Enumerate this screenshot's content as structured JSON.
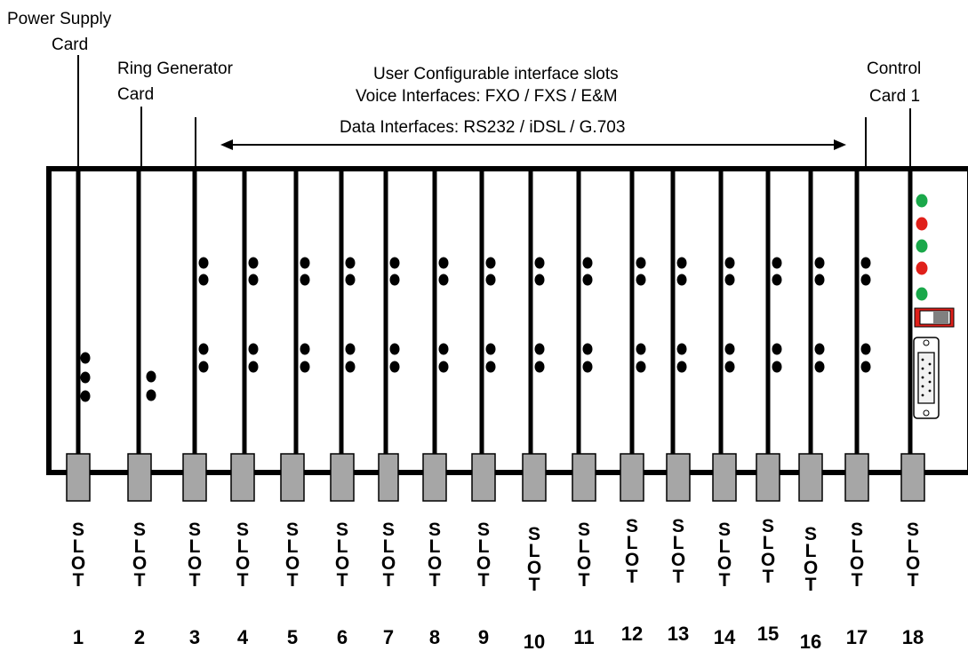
{
  "labels": {
    "power_supply_line1": "Power Supply",
    "power_supply_line2": "Card",
    "ring_gen_line1": "Ring Generator",
    "ring_gen_line2": "Card",
    "user_slots_line1": "User Configurable interface slots",
    "user_slots_line2": "Voice Interfaces: FXO / FXS / E&M",
    "user_slots_line3": "Data Interfaces: RS232 / iDSL / G.703",
    "control_line1": "Control",
    "control_line2": "Card 1"
  },
  "slot_word_letters": [
    "S",
    "L",
    "O",
    "T"
  ],
  "slots": [
    "1",
    "2",
    "3",
    "4",
    "5",
    "6",
    "7",
    "8",
    "9",
    "10",
    "11",
    "12",
    "13",
    "14",
    "15",
    "16",
    "17",
    "18"
  ],
  "colors": {
    "led_green": "#1aa84a",
    "led_red": "#e0201a",
    "switch_frame": "#e0201a",
    "connector_fill": "#a6a6a6",
    "line": "#000000"
  },
  "control_card": {
    "leds": [
      "green",
      "red",
      "green",
      "red",
      "green"
    ]
  }
}
